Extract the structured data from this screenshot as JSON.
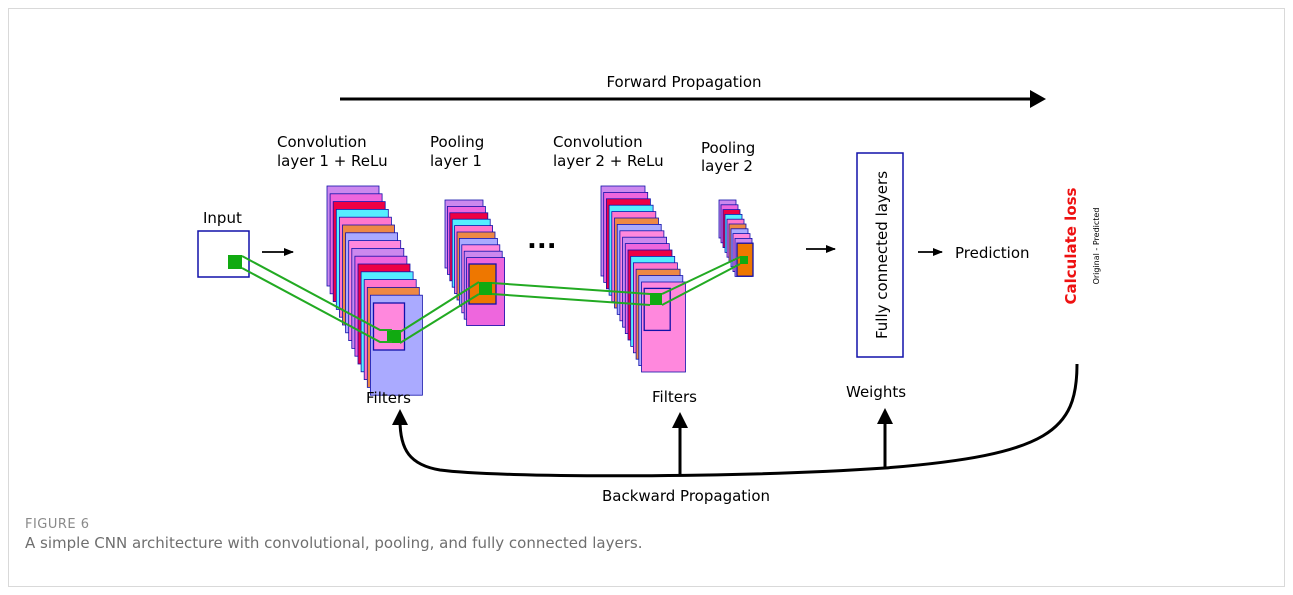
{
  "labels": {
    "forward": "Forward Propagation",
    "backward": "Backward Propagation",
    "input": "Input",
    "conv1_line1": "Convolution",
    "conv1_line2": "layer 1 + ReLu",
    "pool1_line1": "Pooling",
    "pool1_line2": "layer 1",
    "conv2_line1": "Convolution",
    "conv2_line2": "layer 2 + ReLu",
    "pool2_line1": "Pooling",
    "pool2_line2": "layer 2",
    "ellipsis": "...",
    "fc": "Fully connected layers",
    "prediction": "Prediction",
    "calc_loss": "Calculate loss",
    "loss_formula": "Original - Predicted",
    "filters1": "Filters",
    "filters2": "Filters",
    "weights": "Weights"
  },
  "caption": {
    "label": "FIGURE 6",
    "text": "A simple CNN architecture with convolutional, pooling, and fully connected layers."
  },
  "colors": {
    "layer_palette": [
      "#cc88ee",
      "#ee66dd",
      "#ee0044",
      "#55eeff",
      "#ff77cc",
      "#ee8844",
      "#aaaaff",
      "#ff88dd"
    ],
    "feature_pink": "#ff88dd",
    "feature_orange": "#ee7700",
    "connector_green": "#22aa22",
    "kernel_green": "#11aa11",
    "border_blue": "#1111aa",
    "loss_red": "#ee1111",
    "arrow": "#000000"
  },
  "icons": {
    "forward": "right-arrow-icon",
    "backward": "curved-up-arrow-icon"
  }
}
